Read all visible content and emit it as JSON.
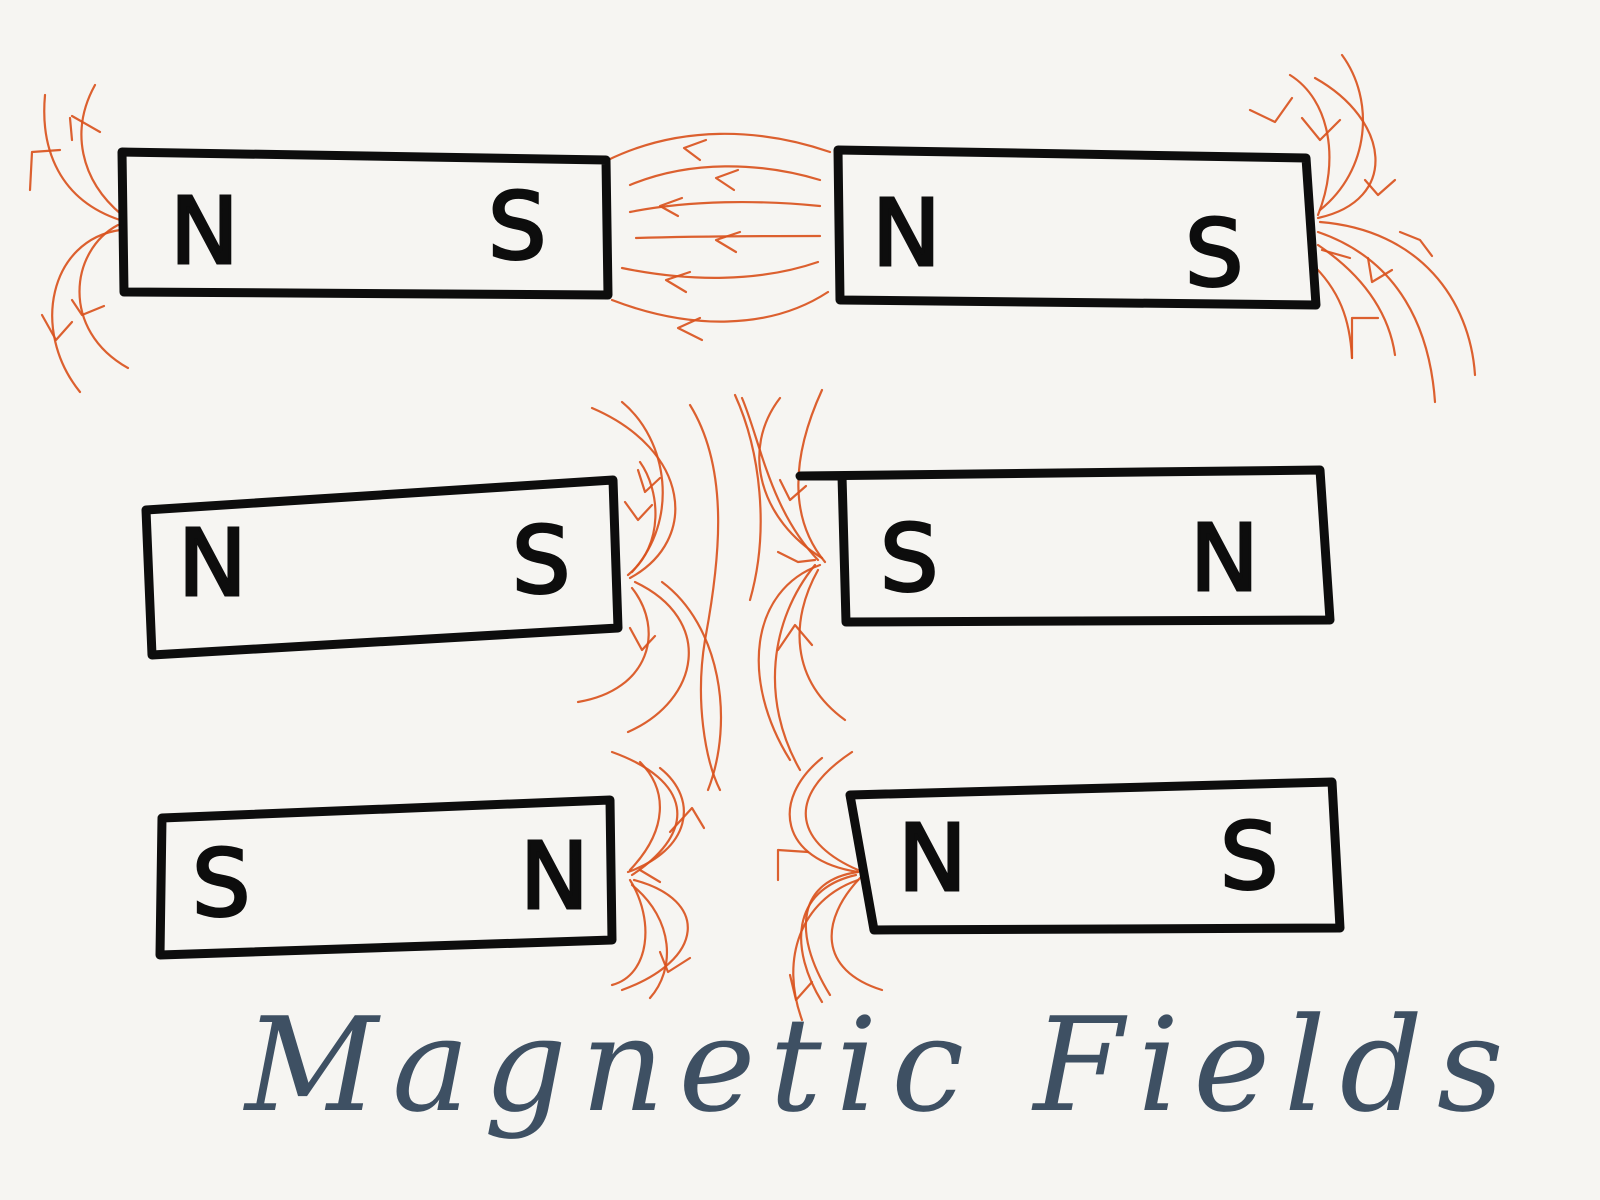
{
  "title": "Magnetic Fields",
  "colors": {
    "background": "#f6f5f2",
    "magnet_outline": "#0d0d0d",
    "field_lines": "#d9531e",
    "title_text": "#3e5063"
  },
  "magnets": [
    {
      "id": "row1-left",
      "left_pole": "N",
      "right_pole": "S"
    },
    {
      "id": "row1-right",
      "left_pole": "N",
      "right_pole": "S"
    },
    {
      "id": "row2-left",
      "left_pole": "N",
      "right_pole": "S"
    },
    {
      "id": "row2-right",
      "left_pole": "S",
      "right_pole": "N"
    },
    {
      "id": "row3-left",
      "left_pole": "S",
      "right_pole": "N"
    },
    {
      "id": "row3-right",
      "left_pole": "N",
      "right_pole": "S"
    }
  ]
}
